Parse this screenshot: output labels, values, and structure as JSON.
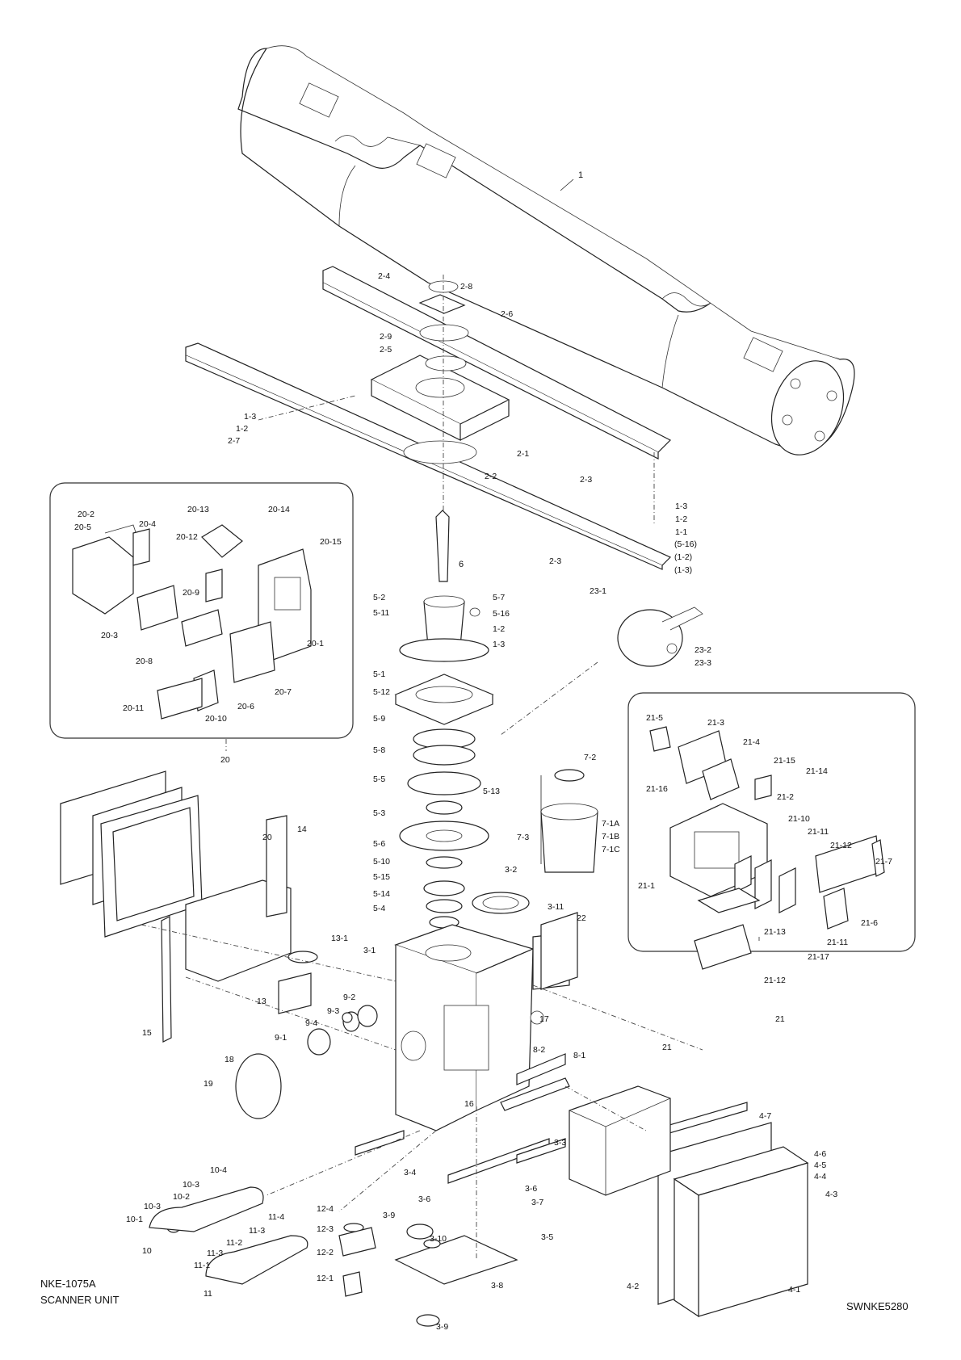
{
  "document": {
    "model": "NKE-1075A",
    "title": "SCANNER UNIT",
    "drawing_number": "SWNKE5280"
  },
  "callouts": {
    "c1": "1",
    "c1_2": "1-2",
    "c1_3": "1-3",
    "c1_1": "1-1",
    "c2_1": "2-1",
    "c2_2": "2-2",
    "c2_3": "2-3",
    "c2_4": "2-4",
    "c2_5": "2-5",
    "c2_6": "2-6",
    "c2_7": "2-7",
    "c2_8": "2-8",
    "c2_9": "2-9",
    "c3_1": "3-1",
    "c3_2": "3-2",
    "c3_3": "3-3",
    "c3_4": "3-4",
    "c3_5": "3-5",
    "c3_6": "3-6",
    "c3_7": "3-7",
    "c3_8": "3-8",
    "c3_9": "3-9",
    "c3_10": "3-10",
    "c3_11": "3-11",
    "c4_1": "4-1",
    "c4_2": "4-2",
    "c4_3": "4-3",
    "c4_4": "4-4",
    "c4_5": "4-5",
    "c4_6": "4-6",
    "c4_7": "4-7",
    "c5_1": "5-1",
    "c5_2": "5-2",
    "c5_3": "5-3",
    "c5_4": "5-4",
    "c5_5": "5-5",
    "c5_6": "5-6",
    "c5_7": "5-7",
    "c5_8": "5-8",
    "c5_9": "5-9",
    "c5_10": "5-10",
    "c5_11": "5-11",
    "c5_12": "5-12",
    "c5_13": "5-13",
    "c5_14": "5-14",
    "c5_15": "5-15",
    "c5_16": "5-16",
    "c6": "6",
    "c7_1a": "7-1A",
    "c7_1b": "7-1B",
    "c7_1c": "7-1C",
    "c7_2": "7-2",
    "c7_3": "7-3",
    "c8_1": "8-1",
    "c8_2": "8-2",
    "c9_1": "9-1",
    "c9_2": "9-2",
    "c9_3": "9-3",
    "c9_4": "9-4",
    "c10": "10",
    "c10_1": "10-1",
    "c10_2": "10-2",
    "c10_3": "10-3",
    "c10_4": "10-4",
    "c11": "11",
    "c11_1": "11-1",
    "c11_2": "11-2",
    "c11_3": "11-3",
    "c11_4": "11-4",
    "c12_1": "12-1",
    "c12_2": "12-2",
    "c12_3": "12-3",
    "c12_4": "12-4",
    "c13": "13",
    "c13_1": "13-1",
    "c14": "14",
    "c15": "15",
    "c16": "16",
    "c17": "17",
    "c18": "18",
    "c19": "19",
    "c20": "20",
    "c20_1": "20-1",
    "c20_2": "20-2",
    "c20_3": "20-3",
    "c20_4": "20-4",
    "c20_5": "20-5",
    "c20_6": "20-6",
    "c20_7": "20-7",
    "c20_8": "20-8",
    "c20_9": "20-9",
    "c20_10": "20-10",
    "c20_11": "20-11",
    "c20_12": "20-12",
    "c20_13": "20-13",
    "c20_14": "20-14",
    "c20_15": "20-15",
    "c21": "21",
    "c21_1": "21-1",
    "c21_2": "21-2",
    "c21_3": "21-3",
    "c21_4": "21-4",
    "c21_5": "21-5",
    "c21_6": "21-6",
    "c21_7": "21-7",
    "c21_10": "21-10",
    "c21_11": "21-11",
    "c21_12": "21-12",
    "c21_13": "21-13",
    "c21_14": "21-14",
    "c21_15": "21-15",
    "c21_16": "21-16",
    "c21_17": "21-17",
    "c22": "22",
    "c23_1": "23-1",
    "c23_2": "23-2",
    "c23_3": "23-3",
    "p5_16": "(5-16)",
    "p1_2": "(1-2)",
    "p1_3": "(1-3)"
  }
}
